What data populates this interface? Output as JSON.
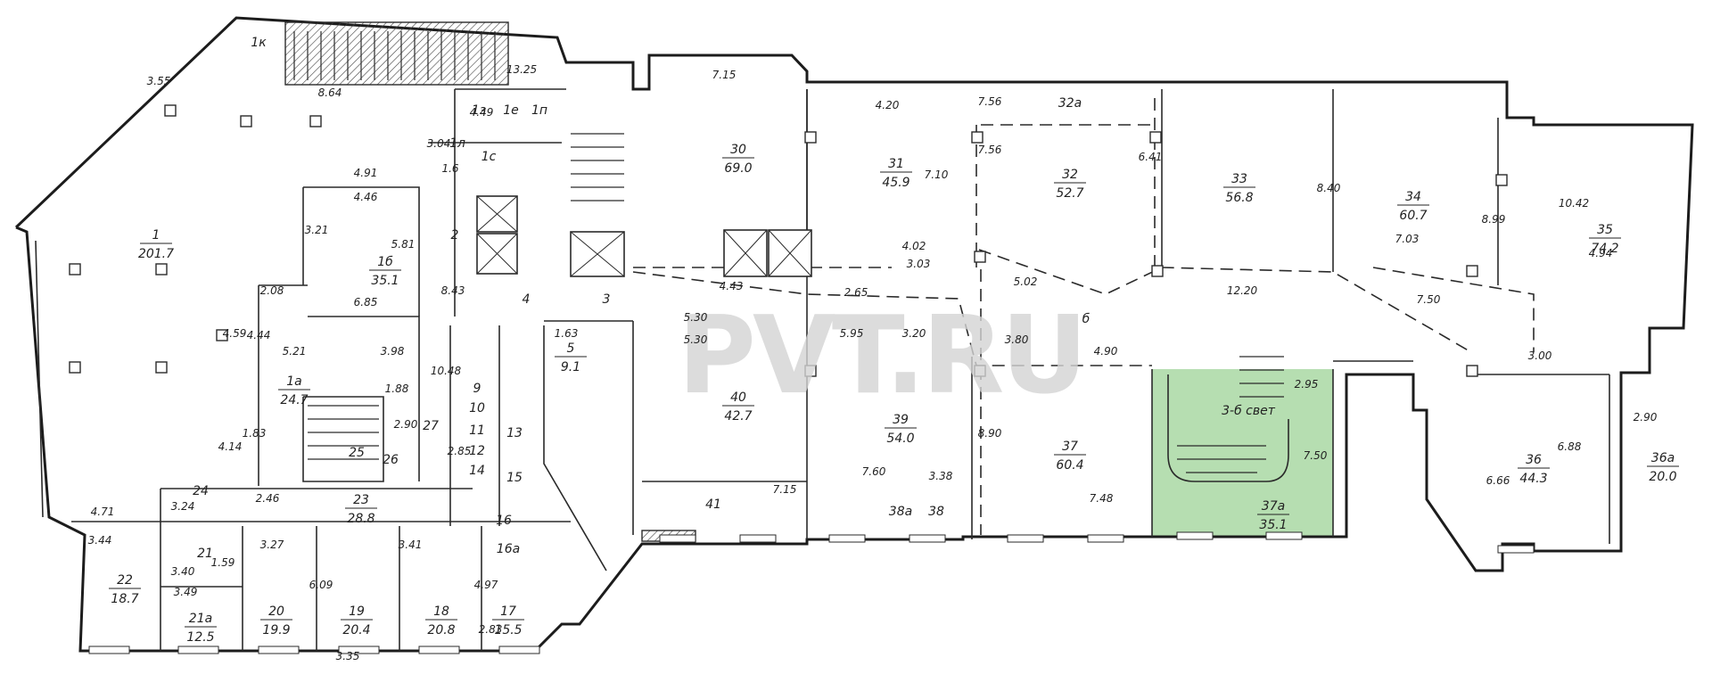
{
  "watermark": "PVT.RU",
  "colors": {
    "highlight": "#a9d8a3",
    "walls": "#1c1c1c",
    "watermark": "#d4d4d4"
  },
  "rooms": [
    {
      "num": "1",
      "area": "201.7"
    },
    {
      "num": "1a",
      "area": "24.7"
    },
    {
      "num": "1б",
      "area": "35.1"
    },
    {
      "num": "2",
      "area": ""
    },
    {
      "num": "3",
      "area": ""
    },
    {
      "num": "4",
      "area": ""
    },
    {
      "num": "5",
      "area": "9.1"
    },
    {
      "num": "б",
      "area": ""
    },
    {
      "num": "17",
      "area": "15.5"
    },
    {
      "num": "18",
      "area": "20.8"
    },
    {
      "num": "19",
      "area": "20.4"
    },
    {
      "num": "20",
      "area": "19.9"
    },
    {
      "num": "21",
      "area": ""
    },
    {
      "num": "21а",
      "area": "12.5"
    },
    {
      "num": "22",
      "area": "18.7"
    },
    {
      "num": "23",
      "area": "28.8"
    },
    {
      "num": "24",
      "area": ""
    },
    {
      "num": "25",
      "area": ""
    },
    {
      "num": "26",
      "area": ""
    },
    {
      "num": "27",
      "area": ""
    },
    {
      "num": "30",
      "area": "69.0"
    },
    {
      "num": "31",
      "area": "45.9"
    },
    {
      "num": "32",
      "area": "52.7"
    },
    {
      "num": "32a",
      "area": ""
    },
    {
      "num": "33",
      "area": "56.8"
    },
    {
      "num": "34",
      "area": "60.7"
    },
    {
      "num": "35",
      "area": "74.2"
    },
    {
      "num": "36",
      "area": "44.3"
    },
    {
      "num": "36a",
      "area": "20.0"
    },
    {
      "num": "37",
      "area": "60.4"
    },
    {
      "num": "37a",
      "area": "35.1"
    },
    {
      "num": "38",
      "area": ""
    },
    {
      "num": "38a",
      "area": ""
    },
    {
      "num": "39",
      "area": "54.0"
    },
    {
      "num": "40",
      "area": "42.7"
    },
    {
      "num": "41",
      "area": ""
    },
    {
      "num": "1к",
      "area": ""
    },
    {
      "num": "1з",
      "area": ""
    },
    {
      "num": "1л",
      "area": ""
    },
    {
      "num": "1е",
      "area": ""
    },
    {
      "num": "1п",
      "area": ""
    },
    {
      "num": "1с",
      "area": ""
    },
    {
      "num": "9",
      "area": ""
    },
    {
      "num": "10",
      "area": ""
    },
    {
      "num": "11",
      "area": ""
    },
    {
      "num": "12",
      "area": ""
    },
    {
      "num": "13",
      "area": ""
    },
    {
      "num": "14",
      "area": ""
    },
    {
      "num": "15",
      "area": ""
    },
    {
      "num": "16",
      "area": ""
    },
    {
      "num": "16а",
      "area": ""
    },
    {
      "num": "3-б свет",
      "area": ""
    }
  ],
  "dimensions": [
    "3.55",
    "8.64",
    "13.25",
    "4.49",
    "3.04",
    "4.91",
    "4.46",
    "3.21",
    "5.81",
    "2.08",
    "6.85",
    "8.43",
    "4.44",
    "4.59",
    "5.21",
    "3.98",
    "1.88",
    "1.83",
    "4.14",
    "2.90",
    "10.48",
    "2.85",
    "4.71",
    "3.24",
    "2.46",
    "3.44",
    "3.40",
    "1.59",
    "3.27",
    "3.41",
    "3.49",
    "6.09",
    "4.97",
    "3.35",
    "2.83",
    "7.15",
    "4.43",
    "5.30",
    "5.30",
    "2.65",
    "5.95",
    "7.15",
    "4.20",
    "7.10",
    "4.02",
    "3.03",
    "3.20",
    "7.56",
    "7.56",
    "6.41",
    "5.02",
    "3.80",
    "8.90",
    "8.40",
    "7.03",
    "12.20",
    "8.99",
    "10.42",
    "4.94",
    "7.50",
    "3.00",
    "4.90",
    "2.95",
    "7.50",
    "7.60",
    "3.38",
    "7.48",
    "6.66",
    "6.88",
    "2.90",
    "1.6",
    "1.63"
  ]
}
